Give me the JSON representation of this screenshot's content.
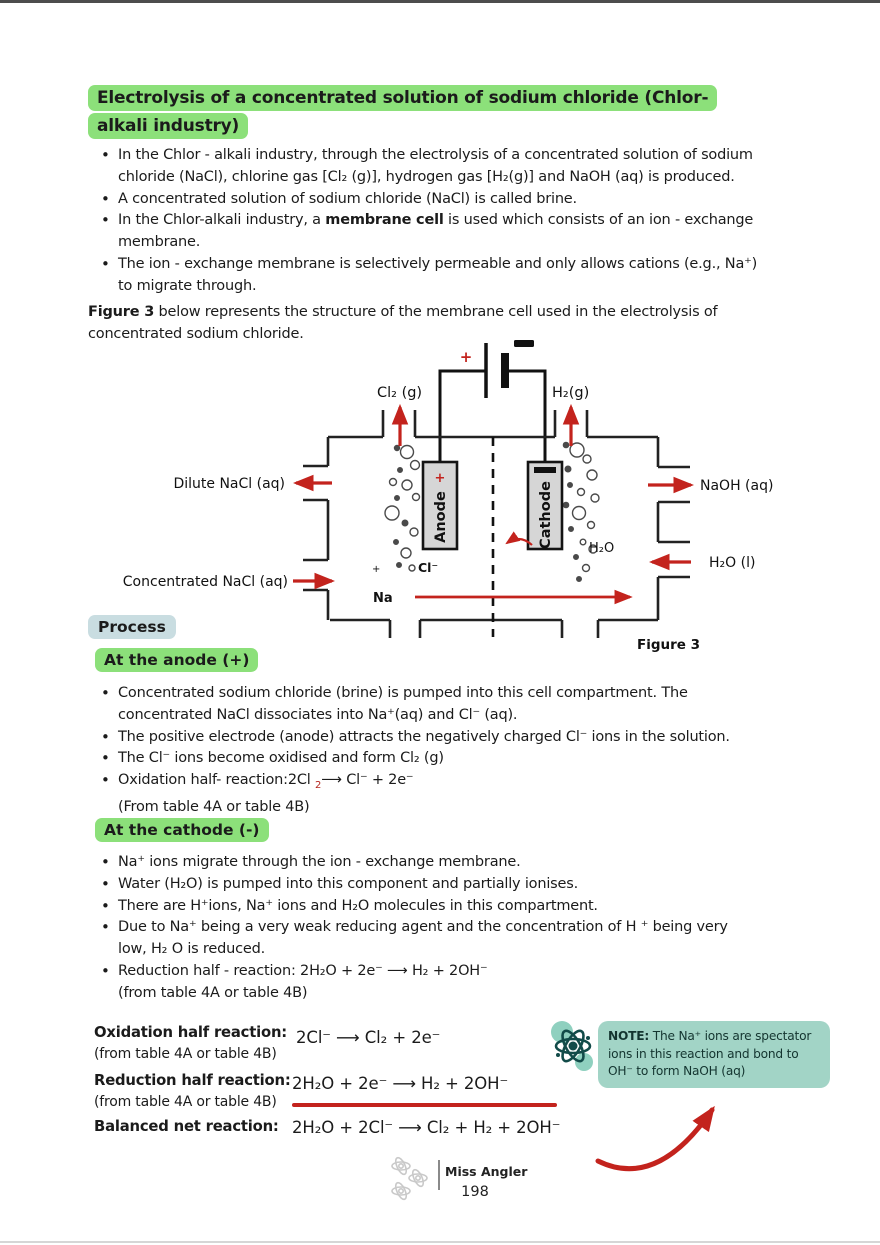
{
  "title": {
    "line1": "Electrolysis of a concentrated solution of sodium chloride (Chlor-",
    "line2": "alkali industry)"
  },
  "intro": {
    "bullets": [
      {
        "text": "In the Chlor - alkali industry, through the electrolysis of a concentrated solution of sodium chloride (NaCl), chlorine gas [Cl₂ (g)], hydrogen gas [H₂(g)] and NaOH (aq) is produced."
      },
      {
        "text": "A concentrated solution of sodium chloride (NaCl) is called brine."
      },
      {
        "pre": "In the Chlor-alkali industry, a ",
        "bold": "membrane cell",
        "post": " is used which consists of an ion - exchange membrane."
      },
      {
        "text": "The ion - exchange membrane is selectively permeable and only allows cations (e.g., Na⁺) to migrate through."
      }
    ],
    "figure_caption_bold": "Figure 3",
    "figure_caption_rest": " below represents the structure of the membrane cell used in the electrolysis of concentrated sodium chloride."
  },
  "diagram": {
    "battery_plus": "+",
    "labels": {
      "cl2_gas": "Cl₂ (g)",
      "h2_gas": "H₂(g)",
      "dilute_out": "Dilute NaCl (aq)",
      "concentrated_in": "Concentrated NaCl (aq)",
      "naoh_out": "NaOH (aq)",
      "water_in": "H₂O (l)",
      "water_in_cell": "H₂O",
      "chloride_ion": "Cl⁻",
      "small_plus": "+",
      "sodium_ion": "Na",
      "anode": "Anode",
      "cathode": "Cathode",
      "anode_plus": "+",
      "figure_label": "Figure 3"
    }
  },
  "process": {
    "heading": "Process",
    "anode_heading": "At the anode (+)",
    "anode_bullets": [
      {
        "text": "Concentrated sodium chloride (brine) is pumped into this cell compartment. The concentrated NaCl dissociates into Na⁺(aq) and Cl⁻ (aq)."
      },
      {
        "text": "The positive electrode (anode) attracts the negatively charged Cl⁻ ions in the solution."
      },
      {
        "text": "The Cl⁻ ions become oxidised and form Cl₂ (g)"
      },
      {
        "pre": "Oxidation half- reaction:2Cl ",
        "sub_red": "2",
        "post": "⟶ Cl⁻ + 2e⁻"
      }
    ],
    "anode_note": "(From table 4A or table 4B)",
    "cathode_heading": "At the cathode (-)",
    "cathode_bullets": [
      {
        "text": "Na⁺ ions migrate through the ion - exchange membrane."
      },
      {
        "text": "Water (H₂O) is pumped into this component and partially ionises."
      },
      {
        "text": "There are H⁺ions, Na⁺ ions and H₂O molecules in this compartment."
      },
      {
        "text": "Due to Na⁺ being a very weak reducing agent and the concentration of H ⁺ being very low, H₂ O is reduced."
      },
      {
        "text": "Reduction half - reaction: 2H₂O + 2e⁻ ⟶ H₂ + 2OH⁻"
      }
    ],
    "cathode_note": "(from table 4A or table 4B)"
  },
  "summary": {
    "rows": [
      {
        "label": "Oxidation half reaction:",
        "sub": "(from table 4A or table 4B)",
        "equation": "2Cl⁻ ⟶ Cl₂ + 2e⁻"
      },
      {
        "label": "Reduction half reaction:",
        "sub": "(from table 4A or table 4B)",
        "equation": "2H₂O + 2e⁻ ⟶ H₂ + 2OH⁻"
      },
      {
        "label": "Balanced net reaction:",
        "equation": "2H₂O + 2Cl⁻ ⟶ Cl₂ +  H₂ + 2OH⁻"
      }
    ]
  },
  "note": {
    "label": "NOTE:",
    "text": " The Na⁺ ions are spectator ions in this reaction and bond to OH⁻ to form NaOH (aq)"
  },
  "footer": {
    "brand": "Miss Angler",
    "page_number": "198"
  },
  "colors": {
    "highlight_green": "#8ce07a",
    "highlight_teal": "#c9dde1",
    "note_background": "#a2d4c6",
    "accent_red": "#c3231d",
    "electrode_fill": "#d6d6d6"
  }
}
